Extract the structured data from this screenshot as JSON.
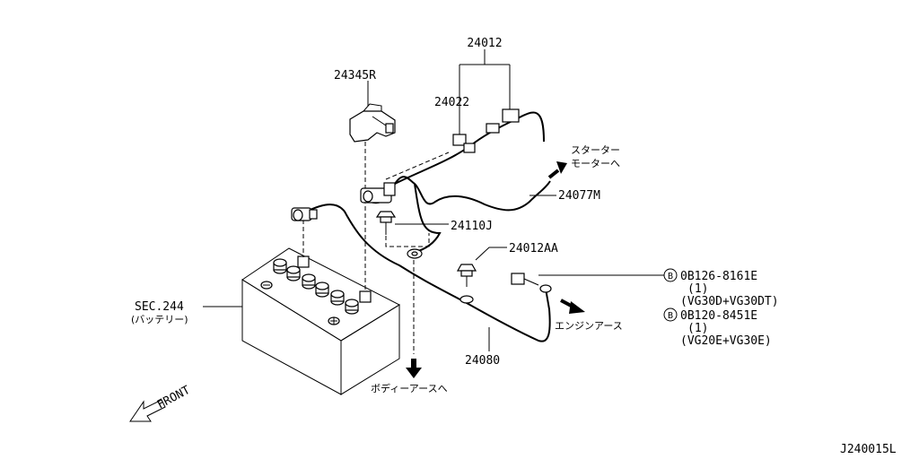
{
  "diagram_id": "J240015L",
  "callouts": {
    "p24012": "24012",
    "p24022": "24022",
    "p24345R": "24345R",
    "p24077M": "24077M",
    "p24110J": "24110J",
    "p24012AA": "24012AA",
    "p24080": "24080",
    "sec": "SEC.244",
    "sec_sub": "(バッテリー)"
  },
  "destinations": {
    "starter_line1": "スターター",
    "starter_line2": "モーターへ",
    "engine_earth": "エンジンアース",
    "body_earth": "ボディーアースへ"
  },
  "bolts": [
    {
      "marker": "B",
      "part": "0B126-8161E",
      "qty": "(1)",
      "spec": "(VG30D+VG30DT)"
    },
    {
      "marker": "B",
      "part": "0B120-8451E",
      "qty": "(1)",
      "spec": "(VG20E+VG30E)"
    }
  ],
  "front_label": "FRONT"
}
